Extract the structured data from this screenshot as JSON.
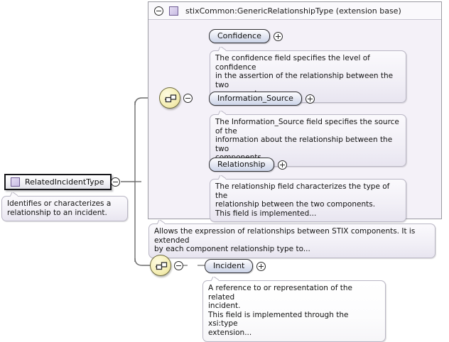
{
  "diagram": {
    "kind": "xsd-schema-diagram",
    "root": {
      "name": "RelatedIncidentType",
      "icon": "complex-type-icon",
      "toggle": "minus-circle-icon",
      "annotation": "Identifies or characterizes a\nrelationship to an incident."
    },
    "extension_panel": {
      "title": "stixCommon:GenericRelationshipType (extension base)",
      "toggle": "minus-circle-icon",
      "icon": "complex-type-icon",
      "annotation": "Allows the expression of relationships between STIX components. It is extended\nby each component relationship type to...",
      "compositor": "sequence-icon",
      "compositor_toggle": "minus-circle-icon",
      "elements": [
        {
          "name": "Confidence",
          "expander": "plus-circle-icon",
          "annotation": "The confidence field specifies the level of confidence\nin the assertion of the relationship between the two\ncomponents."
        },
        {
          "name": "Information_Source",
          "expander": "plus-circle-icon",
          "annotation": "The Information_Source field specifies the source of the\ninformation about the relationship between the two\ncomponents."
        },
        {
          "name": "Relationship",
          "expander": "plus-circle-icon",
          "annotation": "The relationship field characterizes the type of the\nrelationship between the two components.\nThis field is implemented..."
        }
      ]
    },
    "own_sequence": {
      "compositor": "sequence-icon",
      "compositor_toggle": "minus-circle-icon",
      "elements": [
        {
          "name": "Incident",
          "expander": "plus-circle-icon",
          "annotation": "A reference to or representation of the related\nincident.\nThis field is implemented through the xsi:type\nextension..."
        }
      ]
    },
    "colors": {
      "panel_background": "#f4f1f8",
      "element_fill": "#ccd4e8",
      "sequence_fill": "#f6f0b8",
      "type_icon": "#c9bde4",
      "wire": "#6b6b6b"
    }
  }
}
